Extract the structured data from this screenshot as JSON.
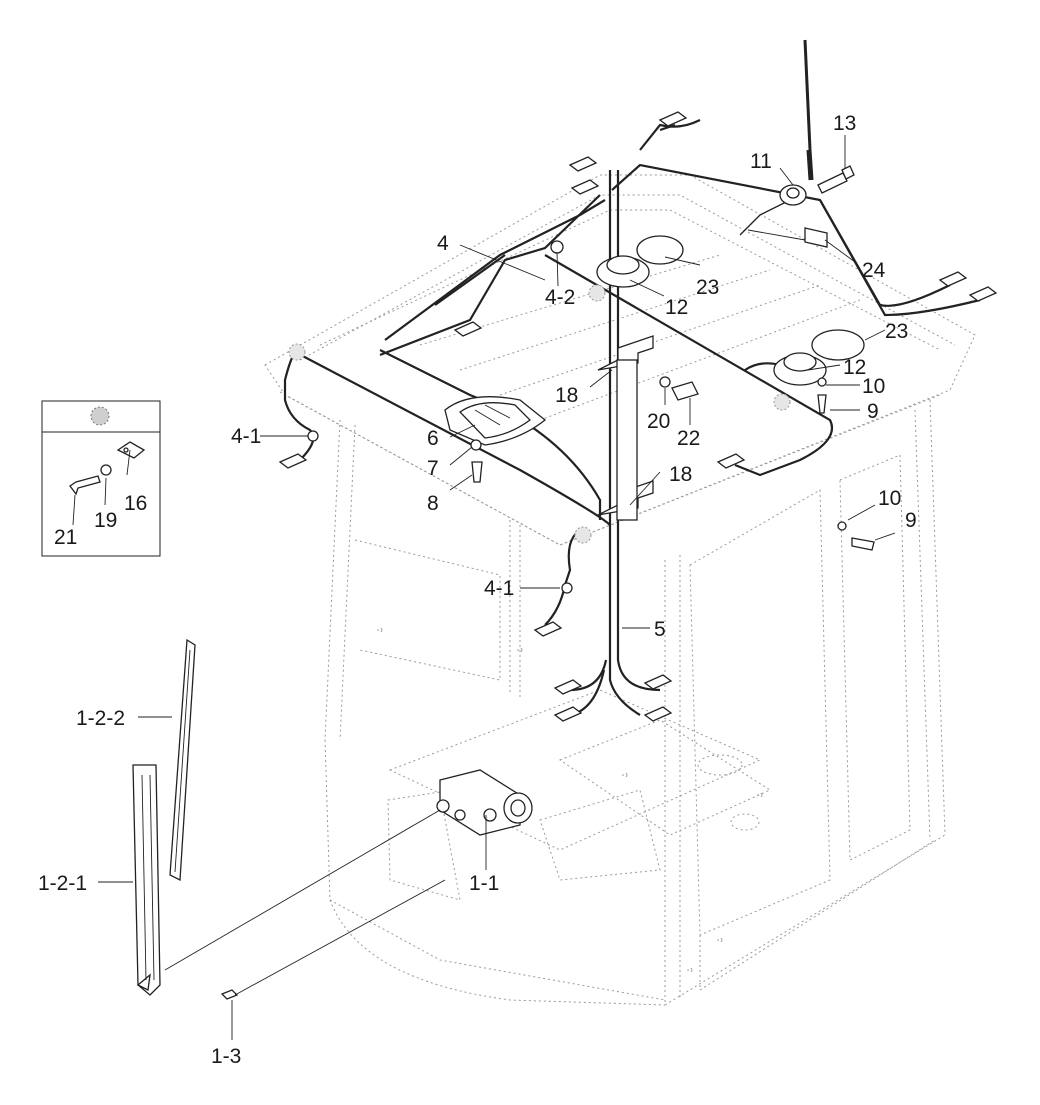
{
  "callouts": {
    "c4": "4",
    "c4_2": "4-2",
    "c4_1a": "4-1",
    "c4_1b": "4-1",
    "c5": "5",
    "c6": "6",
    "c7": "7",
    "c8": "8",
    "c9a": "9",
    "c9b": "9",
    "c10a": "10",
    "c10b": "10",
    "c11": "11",
    "c12a": "12",
    "c12b": "12",
    "c13": "13",
    "c16": "16",
    "c18a": "18",
    "c18b": "18",
    "c19": "19",
    "c20": "20",
    "c21": "21",
    "c22": "22",
    "c23a": "23",
    "c23b": "23",
    "c24": "24",
    "c1_1": "1-1",
    "c1_2_1": "1-2-1",
    "c1_2_2": "1-2-2",
    "c1_3": "1-3"
  }
}
